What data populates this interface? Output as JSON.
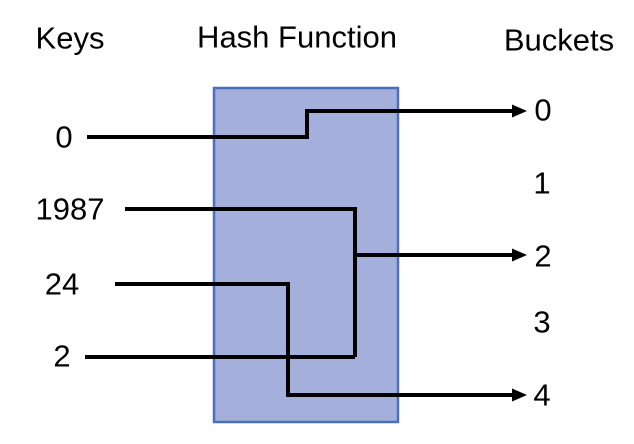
{
  "headers": {
    "keys": "Keys",
    "hash_function": "Hash Function",
    "buckets": "Buckets"
  },
  "keys": [
    {
      "label": "0"
    },
    {
      "label": "1987"
    },
    {
      "label": "24"
    },
    {
      "label": "2"
    }
  ],
  "buckets": [
    {
      "label": "0"
    },
    {
      "label": "1"
    },
    {
      "label": "2"
    },
    {
      "label": "3"
    },
    {
      "label": "4"
    }
  ],
  "mappings": [
    {
      "key": "0",
      "bucket": "0"
    },
    {
      "key": "1987",
      "bucket": "2"
    },
    {
      "key": "24",
      "bucket": "4"
    },
    {
      "key": "2",
      "bucket": "2"
    }
  ],
  "colors": {
    "hash_box_fill": "#a4afdc",
    "hash_box_border": "#4a6fbe",
    "connector": "#000000",
    "text": "#000000",
    "background": "#ffffff"
  }
}
